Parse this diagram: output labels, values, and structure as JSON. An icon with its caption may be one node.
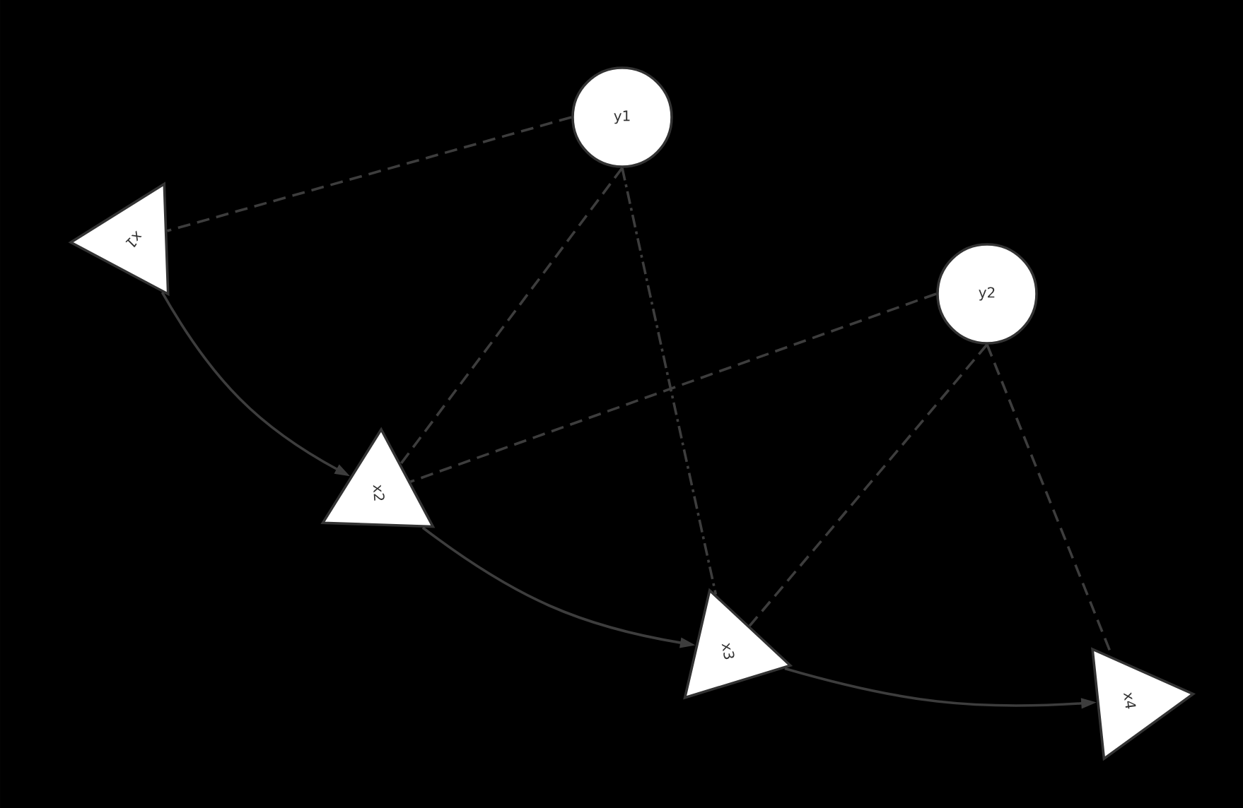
{
  "diagram": {
    "nodes": [
      {
        "text": [
          "y1"
        ]
      },
      {
        "text": [
          "x1"
        ]
      },
      {
        "text": [
          "y2"
        ]
      },
      {
        "text": [
          "x2"
        ]
      },
      {
        "text": [
          "x3"
        ]
      },
      {
        "text": [
          "x4"
        ]
      }
    ],
    "edges": [
      {
        "from": 1,
        "to": 3,
        "arrow": "to"
      },
      {
        "from": 3,
        "to": 4,
        "arrow": "to"
      },
      {
        "from": 4,
        "to": 5,
        "arrow": "to"
      },
      {
        "from": 0,
        "to": 1,
        "arrow": "none",
        "style": "dashed"
      },
      {
        "from": 0,
        "to": 3,
        "arrow": "none",
        "style": "dashed"
      },
      {
        "from": 0,
        "to": 4,
        "arrow": "none",
        "style": "dashed"
      },
      {
        "from": 2,
        "to": 3,
        "arrow": "none",
        "style": "dashed"
      },
      {
        "from": 2,
        "to": 4,
        "arrow": "none",
        "style": "dashed"
      },
      {
        "from": 2,
        "to": 5,
        "arrow": "none",
        "style": "dashed"
      }
    ]
  }
}
